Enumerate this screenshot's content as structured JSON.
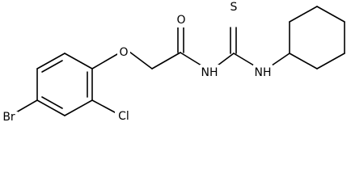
{
  "molecule": {
    "atoms": {
      "br": "Br",
      "cl": "Cl",
      "o_ether": "O",
      "o_carbonyl": "O",
      "n_amide": "NH",
      "s_thio": "S",
      "n_cyclohexyl": "NH"
    }
  }
}
